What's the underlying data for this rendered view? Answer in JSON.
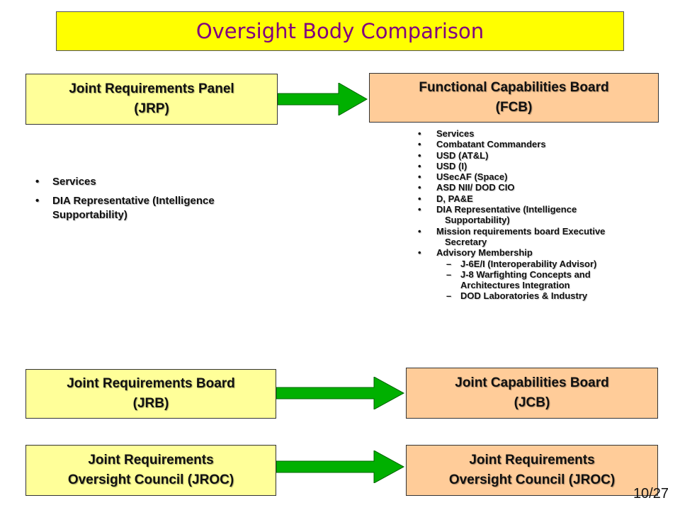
{
  "title": "Oversight Body Comparison",
  "left_boxes": {
    "jrp": {
      "line1": "Joint Requirements Panel",
      "line2": "(JRP)"
    },
    "jrb": {
      "line1": "Joint Requirements Board",
      "line2": "(JRB)"
    },
    "jroc": {
      "line1": "Joint Requirements",
      "line2": "Oversight Council (JROC)"
    }
  },
  "right_boxes": {
    "fcb": {
      "line1": "Functional Capabilities Board",
      "line2": "(FCB)"
    },
    "jcb": {
      "line1": "Joint Capabilities Board",
      "line2": "(JCB)"
    },
    "jroc": {
      "line1": "Joint Requirements",
      "line2": "Oversight Council (JROC)"
    }
  },
  "jrp_members": [
    "Services",
    "DIA Representative (Intelligence Supportability)"
  ],
  "fcb_members": {
    "services": "Services",
    "combatant": "Combatant Commanders",
    "usd_atl": "USD (AT&L)",
    "usd_i": "USD (I)",
    "usecaf": "USecAF (Space)",
    "asd": "ASD NII/ DOD CIO",
    "dpae": "D, PA&E",
    "dia_line1": "DIA Representative (Intelligence",
    "dia_line2": "Supportability)",
    "mission_line1": "Mission requirements board Executive",
    "mission_line2": "Secretary",
    "advisory": "Advisory Membership",
    "advisory_sub": {
      "j6": "J-6E/I (Interoperability Advisor)",
      "j8_line1": "J-8 Warfighting Concepts and",
      "j8_line2": "Architectures Integration",
      "dod": "DOD Laboratories & Industry"
    }
  },
  "page_number": "10/27",
  "colors": {
    "title_bg": "#ffff00",
    "title_text": "#800080",
    "left_box_bg": "#ffff99",
    "right_box_bg": "#ffcc99",
    "arrow": "#00b000"
  }
}
